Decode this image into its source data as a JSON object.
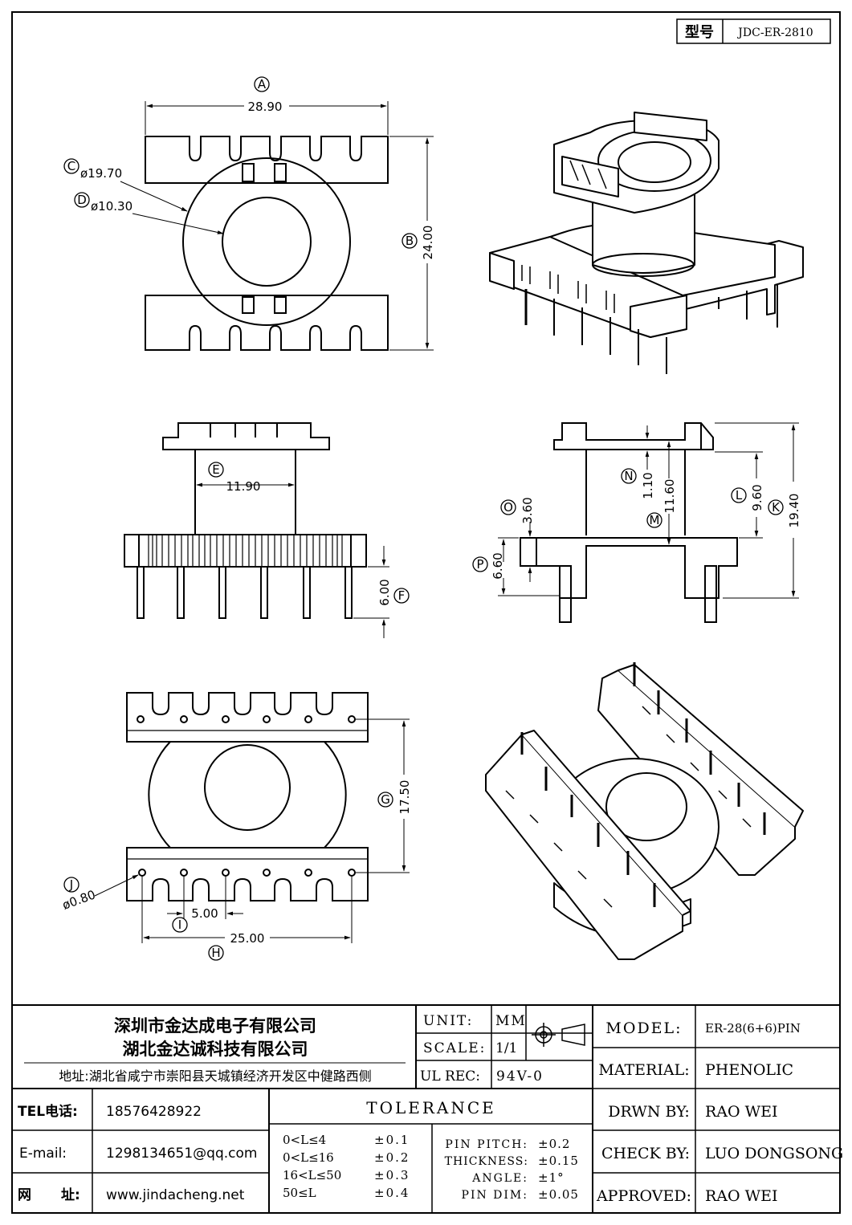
{
  "model_box": {
    "label": "型号",
    "value": "JDC-ER-2810"
  },
  "dimensions": {
    "A": {
      "letter": "A",
      "value": "28.90"
    },
    "B": {
      "letter": "B",
      "value": "24.00"
    },
    "C": {
      "letter": "C",
      "value": "ø19.70"
    },
    "D": {
      "letter": "D",
      "value": "ø10.30"
    },
    "E": {
      "letter": "E",
      "value": "11.90"
    },
    "F": {
      "letter": "F",
      "value": "6.00"
    },
    "G": {
      "letter": "G",
      "value": "17.50"
    },
    "H": {
      "letter": "H",
      "value": "25.00"
    },
    "I": {
      "letter": "I",
      "value": "5.00"
    },
    "J": {
      "letter": "J",
      "value": "ø0.80"
    },
    "K": {
      "letter": "K",
      "value": "19.40"
    },
    "L": {
      "letter": "L",
      "value": "9.60"
    },
    "M": {
      "letter": "M",
      "value": "11.60"
    },
    "N": {
      "letter": "N",
      "value": "1.10"
    },
    "O": {
      "letter": "O",
      "value": "3.60"
    },
    "P": {
      "letter": "P",
      "value": "6.60"
    }
  },
  "company": {
    "name_1": "深圳市金达成电子有限公司",
    "name_2": "湖北金达诚科技有限公司",
    "address": "地址:湖北省咸宁市崇阳县天城镇经济开发区中健路西侧"
  },
  "contact": {
    "tel_label": "TEL电话:",
    "tel_value": "18576428922",
    "email_label": "E-mail:",
    "email_value": "1298134651@qq.com",
    "web_label_1": "网",
    "web_label_2": "址:",
    "web_value": "www.jindacheng.net"
  },
  "spec": {
    "unit_label": "UNIT:",
    "unit_value": "MM",
    "scale_label": "SCALE:",
    "scale_value": "1/1",
    "ulrec_label": "UL REC:",
    "ulrec_value": "94V-0",
    "model_label": "MODEL:",
    "model_value": "ER-28(6+6)PIN",
    "material_label": "MATERIAL:",
    "material_value": "PHENOLIC",
    "drawn_label": "DRWN BY:",
    "drawn_value": "RAO WEI",
    "check_label": "CHECK BY:",
    "check_value": "LUO DONGSONG",
    "approved_label": "APPROVED:",
    "approved_value": "RAO WEI"
  },
  "tolerance": {
    "title": "TOLERANCE",
    "ranges": [
      {
        "range": "0<L≤4",
        "tol": "±0.1"
      },
      {
        "range": "0<L≤16",
        "tol": "±0.2"
      },
      {
        "range": "16<L≤50",
        "tol": "±0.3"
      },
      {
        "range": "50≤L",
        "tol": "±0.4"
      }
    ],
    "extra": [
      {
        "label": "PIN PITCH:",
        "tol": "±0.2"
      },
      {
        "label": "THICKNESS:",
        "tol": "±0.15"
      },
      {
        "label": "ANGLE:",
        "tol": "±1°"
      },
      {
        "label": "PIN DIM:",
        "tol": "±0.05"
      }
    ]
  }
}
